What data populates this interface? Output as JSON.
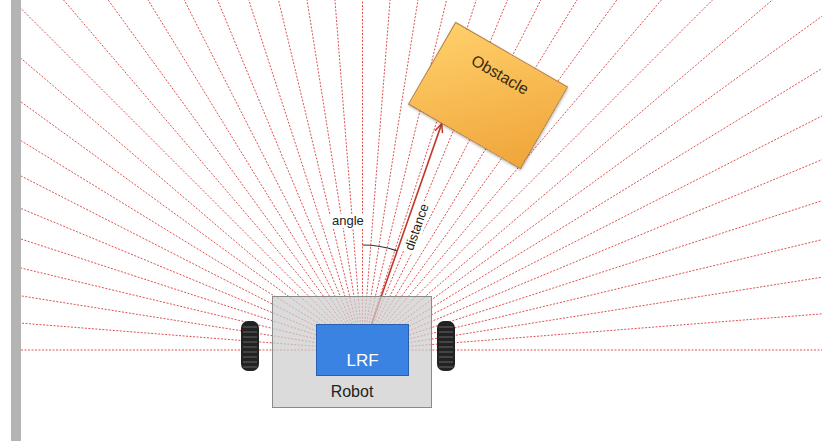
{
  "diagram": {
    "nodes": [
      {
        "text": [
          "Obstacle"
        ]
      },
      {
        "text": [
          "Robot"
        ]
      },
      {
        "text": [
          "LRF"
        ],
        "in": 1
      }
    ],
    "edges": [
      {
        "from": 2,
        "to": 0,
        "arrow": "to",
        "label": "distance"
      }
    ],
    "labels": [
      "angle"
    ]
  }
}
